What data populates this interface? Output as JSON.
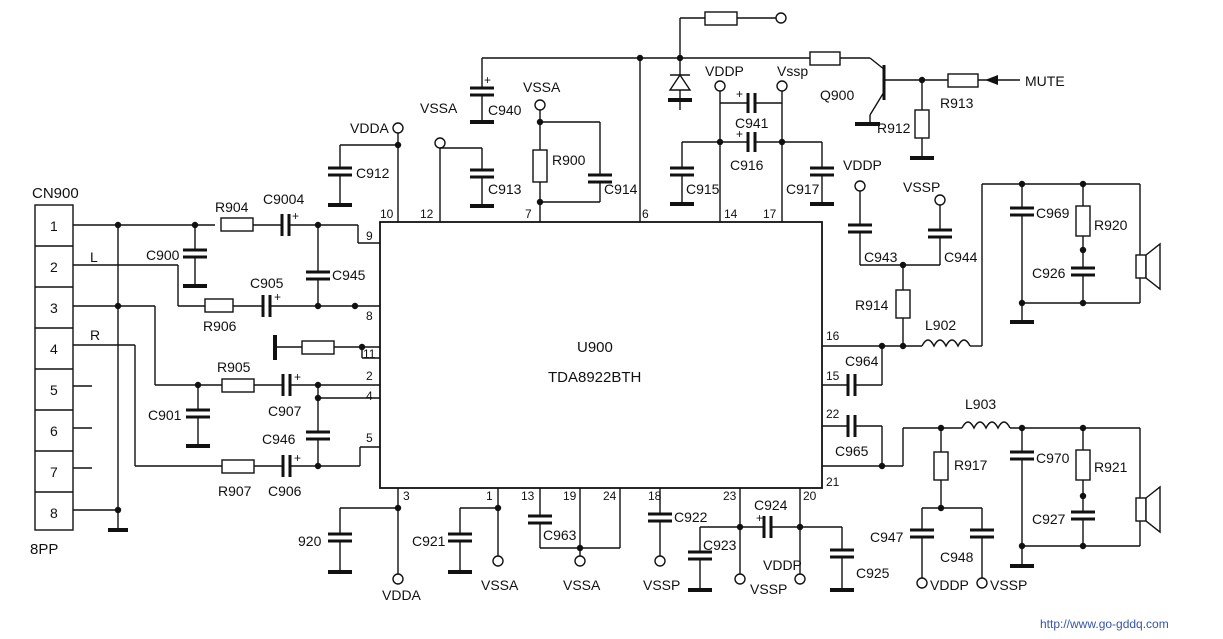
{
  "connector": {
    "ref": "CN900",
    "type": "8PP",
    "pins": [
      "1",
      "2",
      "3",
      "4",
      "5",
      "6",
      "7",
      "8"
    ],
    "label_l": "L",
    "label_r": "R"
  },
  "ic": {
    "ref": "U900",
    "part": "TDA8922BTH"
  },
  "pins": {
    "p1": "1",
    "p2": "2",
    "p3": "3",
    "p4": "4",
    "p5": "5",
    "p6": "6",
    "p7": "7",
    "p8": "8",
    "p9": "9",
    "p10": "10",
    "p11": "11",
    "p12": "12",
    "p13": "13",
    "p14": "14",
    "p15": "15",
    "p16": "16",
    "p17": "17",
    "p18": "18",
    "p19": "19",
    "p20": "20",
    "p21": "21",
    "p22": "22",
    "p23": "23",
    "p24": "24"
  },
  "resistors": {
    "r904": "R904",
    "r906": "R906",
    "r905": "R905",
    "r907": "R907",
    "r900": "R900",
    "r912": "R912",
    "r913": "R913",
    "r914": "R914",
    "r917": "R917",
    "r920": "R920",
    "r921": "R921"
  },
  "capacitors": {
    "c9004": "C9004",
    "c900": "C900",
    "c905": "C905",
    "c945": "C945",
    "c901": "C901",
    "c907": "C907",
    "c946": "C946",
    "c906": "C906",
    "c912": "C912",
    "c913": "C913",
    "c940": "C940",
    "c914": "C914",
    "c915": "C915",
    "c941": "C941",
    "c916": "C916",
    "c917": "C917",
    "c943": "C943",
    "c944": "C944",
    "c969": "C969",
    "c926": "C926",
    "c964": "C964",
    "c965": "C965",
    "c970": "C970",
    "c927": "C927",
    "c947": "C947",
    "c948": "C948",
    "c921": "C921",
    "c963": "C963",
    "c922": "C922",
    "c923": "C923",
    "c924": "C924",
    "c925": "C925",
    "c920": "920"
  },
  "inductors": {
    "l902": "L902",
    "l903": "L903"
  },
  "transistor": "Q900",
  "mute": "MUTE",
  "rails": {
    "vdda": "VDDA",
    "vssa": "VSSA",
    "vddp": "VDDP",
    "vssp": "VSSP",
    "vssp_lower": "Vssp"
  },
  "watermark": "http://www.go-gddq.com"
}
